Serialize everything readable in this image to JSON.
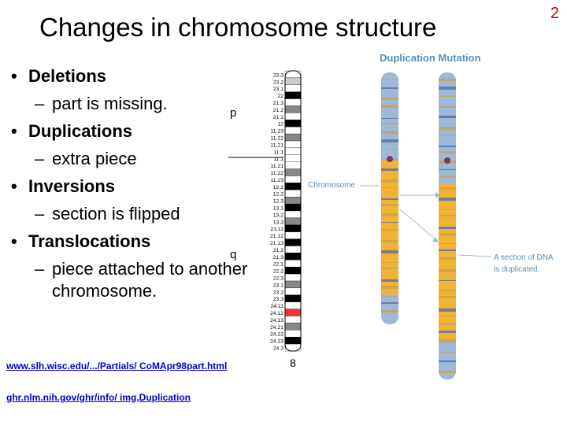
{
  "slide": {
    "number": "2",
    "title": "Changes in chromosome structure"
  },
  "bullets": [
    {
      "head": "Deletions",
      "sub": "part is missing."
    },
    {
      "head": "Duplications",
      "sub": "extra piece"
    },
    {
      "head": "Inversions",
      "sub": "section is flipped"
    },
    {
      "head": "Translocations",
      "sub": "piece attached to another chromosome."
    }
  ],
  "ideogram": {
    "arm_p": "p",
    "arm_q": "q",
    "bands": [
      "23.3",
      "23.2",
      "23.1",
      "22",
      "21.3",
      "21.2",
      "21.1",
      "12",
      "11.23",
      "11.22",
      "11.21",
      "11.1",
      "11.1",
      "11.21",
      "11.22",
      "11.23",
      "12.1",
      "12.2",
      "12.3",
      "13.1",
      "13.2",
      "13.3",
      "21.11",
      "21.12",
      "21.13",
      "21.2",
      "21.3",
      "22.1",
      "22.2",
      "22.3",
      "23.1",
      "23.2",
      "23.3",
      "24.11",
      "24.12",
      "24.13",
      "24.21",
      "24.22",
      "24.23",
      "24.3"
    ],
    "chromosome_number": "8"
  },
  "figure": {
    "title": "Duplication Mutation",
    "chromosome_label": "Chromosome",
    "note_line1": "A section of DNA",
    "note_line2": "is duplicated."
  },
  "links": [
    "www.slh.wisc.edu/.../Partials/ CoMApr98part.html",
    "ghr.nlm.nih.gov/ghr/info/ img,Duplication"
  ],
  "colors": {
    "slide_number": "#cc0000",
    "link": "#0000cc",
    "figure_title": "#5b8fb9",
    "chrom_blue": "#9db8d8",
    "chrom_orange": "#f2b233"
  }
}
